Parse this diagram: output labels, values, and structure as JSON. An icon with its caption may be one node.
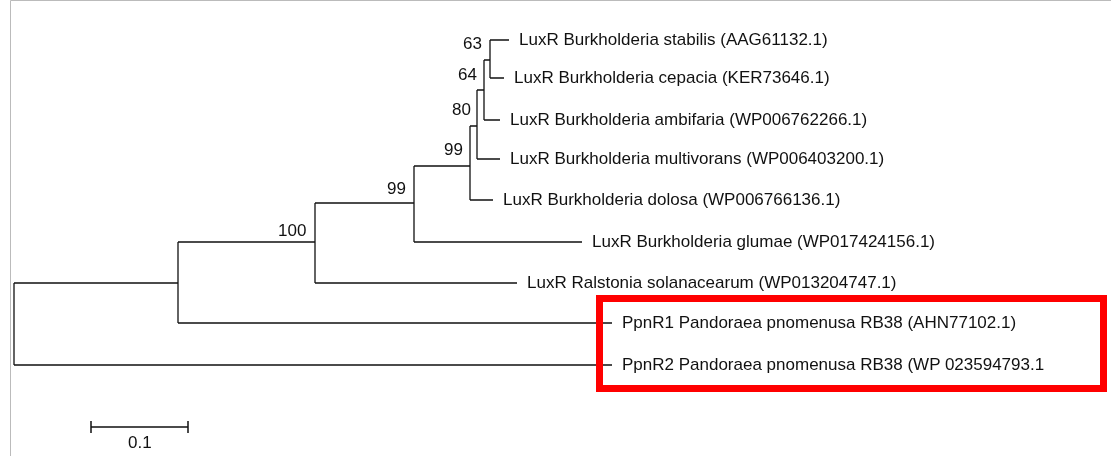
{
  "diagram": {
    "nodes": [
      {
        "text": [
          "PpnR1 Pandoraea pnomenusa RB38 (AHN77102.1)",
          "PpnR2 Pandoraea pnomenusa RB38 (WP 023594793.1"
        ]
      }
    ],
    "labels": [
      "63",
      "LuxR Burkholderia stabilis (AAG61132.1)",
      "64",
      "LuxR Burkholderia cepacia (KER73646.1)",
      "80",
      "LuxR Burkholderia ambifaria (WP006762266.1)",
      "99",
      "LuxR Burkholderia multivorans (WP006403200.1)",
      "99",
      "LuxR Burkholderia dolosa (WP006766136.1)",
      "100",
      "LuxR Burkholderia glumae (WP017424156.1)",
      "LuxR Ralstonia solanacearum (WP013204747.1)",
      "0.1"
    ]
  }
}
